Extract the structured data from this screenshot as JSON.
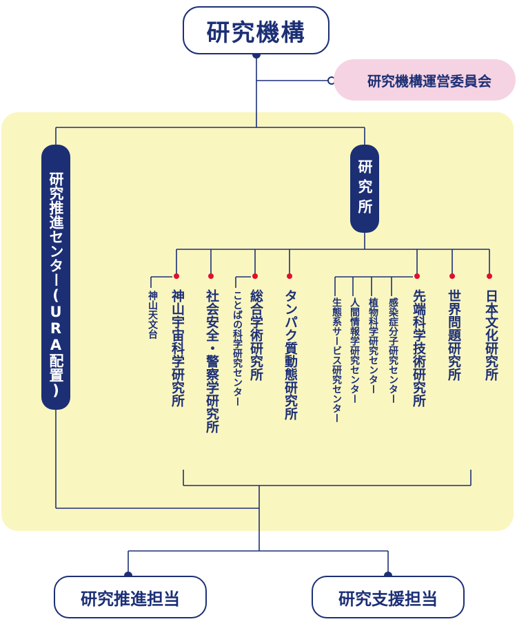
{
  "top": {
    "label": "研究機構"
  },
  "committee": {
    "label": "研究機構運営委員会"
  },
  "ura_center": {
    "label": "研究推進センター(URA配置)"
  },
  "institute": {
    "label": "研究所"
  },
  "units": [
    {
      "label": "神山宇宙科学研究所",
      "sub": "神山天文台"
    },
    {
      "label": "社会安全・警察学研究所"
    },
    {
      "label": "総合学術研究所",
      "sub": "ことばの科学研究センター"
    },
    {
      "label": "タンパク質動態研究所"
    },
    {
      "label": "先端科学技術研究所",
      "subs": [
        "生態系サービス研究センター",
        "人間情報学研究センター",
        "植物科学研究センター",
        "感染症分子研究センター"
      ]
    },
    {
      "label": "世界問題研究所"
    },
    {
      "label": "日本文化研究所"
    }
  ],
  "bottom": {
    "left": "研究推進担当",
    "right": "研究支援担当"
  },
  "colors": {
    "navy": "#1c2f75",
    "panel": "#faf6c0",
    "pink": "#f5d3e2",
    "red_dot": "#e0102a"
  }
}
